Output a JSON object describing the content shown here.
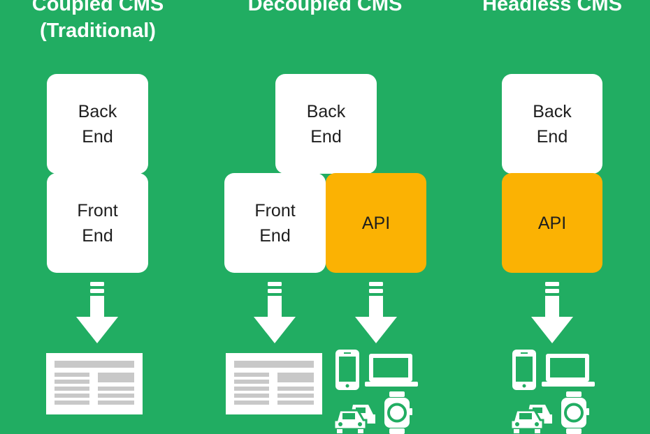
{
  "columns": [
    {
      "title_lines": [
        "Coupled CMS",
        "(Traditional)"
      ],
      "boxes": [
        {
          "lines": [
            "Back",
            "End"
          ]
        },
        {
          "lines": [
            "Front",
            "End"
          ]
        }
      ],
      "outputs": [
        "webpage-icon"
      ]
    },
    {
      "title_lines": [
        "Decoupled CMS"
      ],
      "boxes": [
        {
          "lines": [
            "Back",
            "End"
          ]
        },
        {
          "lines": [
            "Front",
            "End"
          ]
        },
        {
          "lines": [
            "API"
          ]
        }
      ],
      "outputs": [
        "webpage-icon",
        "devices-icon"
      ]
    },
    {
      "title_lines": [
        "Headless CMS"
      ],
      "boxes": [
        {
          "lines": [
            "Back",
            "End"
          ]
        },
        {
          "lines": [
            "API"
          ]
        }
      ],
      "outputs": [
        "devices-icon"
      ]
    }
  ],
  "colors": {
    "background": "#21ad62",
    "box_white": "#ffffff",
    "box_api": "#fbb203",
    "icon": "#ffffff",
    "icon_detail": "#c8c8c8"
  }
}
